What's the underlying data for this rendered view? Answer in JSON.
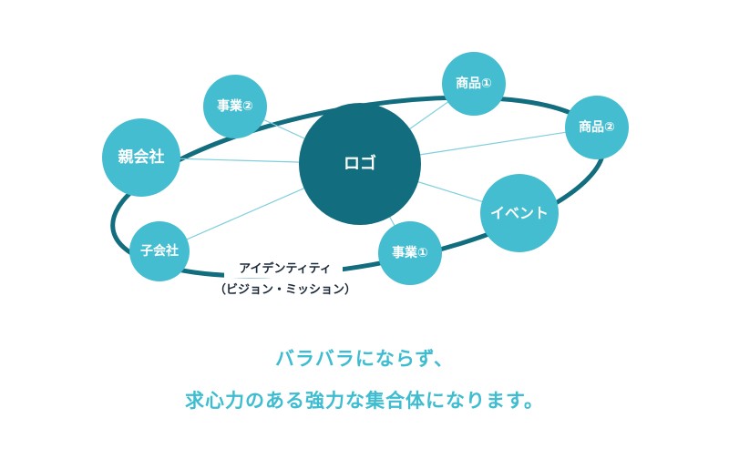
{
  "diagram": {
    "center": {
      "label": "ロゴ",
      "color": "#126d7e"
    },
    "nodes": [
      {
        "id": "parent",
        "label": "親会社"
      },
      {
        "id": "biz2",
        "label": "事業②"
      },
      {
        "id": "prod1",
        "label": "商品①"
      },
      {
        "id": "prod2",
        "label": "商品②"
      },
      {
        "id": "event",
        "label": "イベント"
      },
      {
        "id": "biz1",
        "label": "事業①"
      },
      {
        "id": "subsidiary",
        "label": "子会社"
      }
    ],
    "node_color": "#45bdd0",
    "orbit_color": "#126d7e",
    "link_color": "#7fcfdc",
    "orbit_label": {
      "line1": "アイデンティティ",
      "line2": "（ビジョン・ミッション）"
    }
  },
  "caption": {
    "line1": "バラバラにならず、",
    "line2": "求心力のある強力な集合体になります。"
  }
}
